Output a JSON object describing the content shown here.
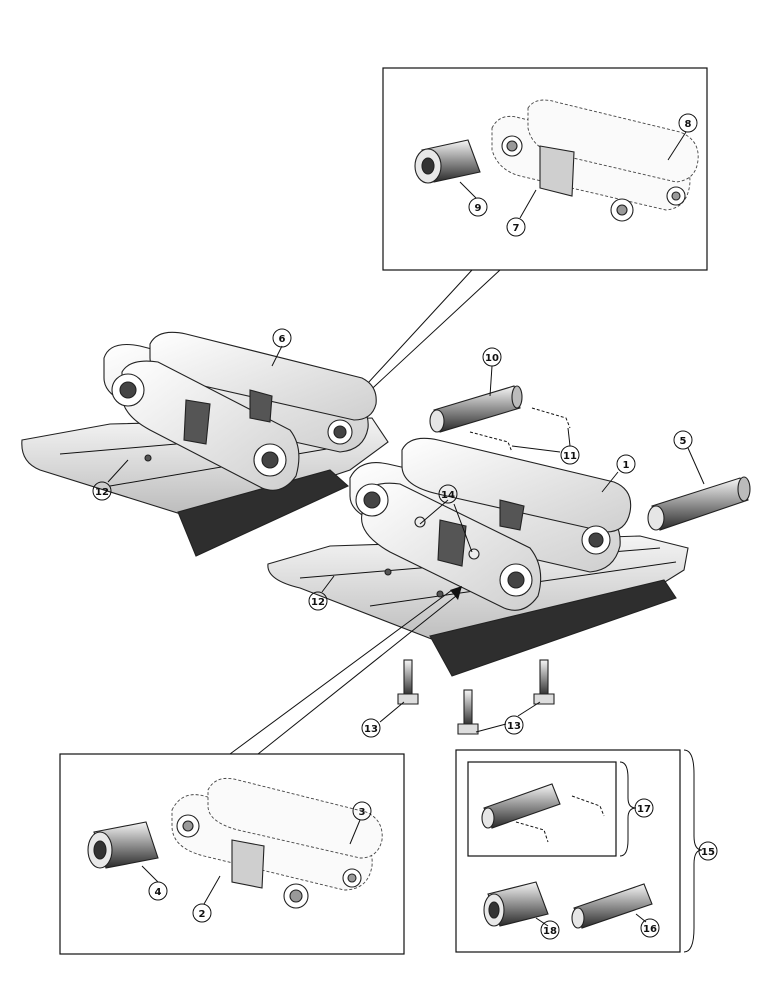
{
  "callouts": {
    "c1": "1",
    "c2": "2",
    "c3": "3",
    "c4": "4",
    "c5": "5",
    "c6": "6",
    "c7": "7",
    "c8": "8",
    "c9": "9",
    "c10": "10",
    "c11": "11",
    "c12a": "12",
    "c12b": "12",
    "c13a": "13",
    "c13b": "13",
    "c14": "14",
    "c15": "15",
    "c16": "16",
    "c17": "17",
    "c18": "18"
  }
}
